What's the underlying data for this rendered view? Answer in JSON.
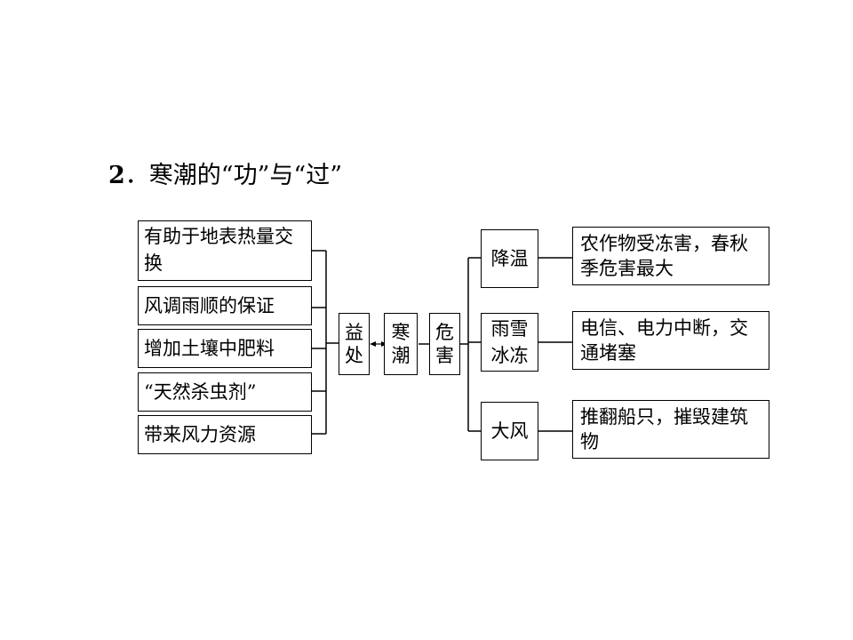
{
  "title": {
    "number": "2",
    "text": "．寒潮的“功”与“过”"
  },
  "benefits": [
    "有助于地表热量交换",
    "风调雨顺的保证",
    "增加土壤中肥料",
    "“天然杀虫剂”",
    "带来风力资源"
  ],
  "center": {
    "benefit_label": [
      "益",
      "处"
    ],
    "topic_label": [
      "寒",
      "潮"
    ],
    "harm_label": [
      "危",
      "害"
    ]
  },
  "harms": [
    {
      "category": "降温",
      "description": "农作物受冻害，春秋季危害最大"
    },
    {
      "category": "雨雪冰冻",
      "description": "电信、电力中断，交通堵塞"
    },
    {
      "category": "大风",
      "description": "推翻船只，摧毁建筑物"
    }
  ]
}
